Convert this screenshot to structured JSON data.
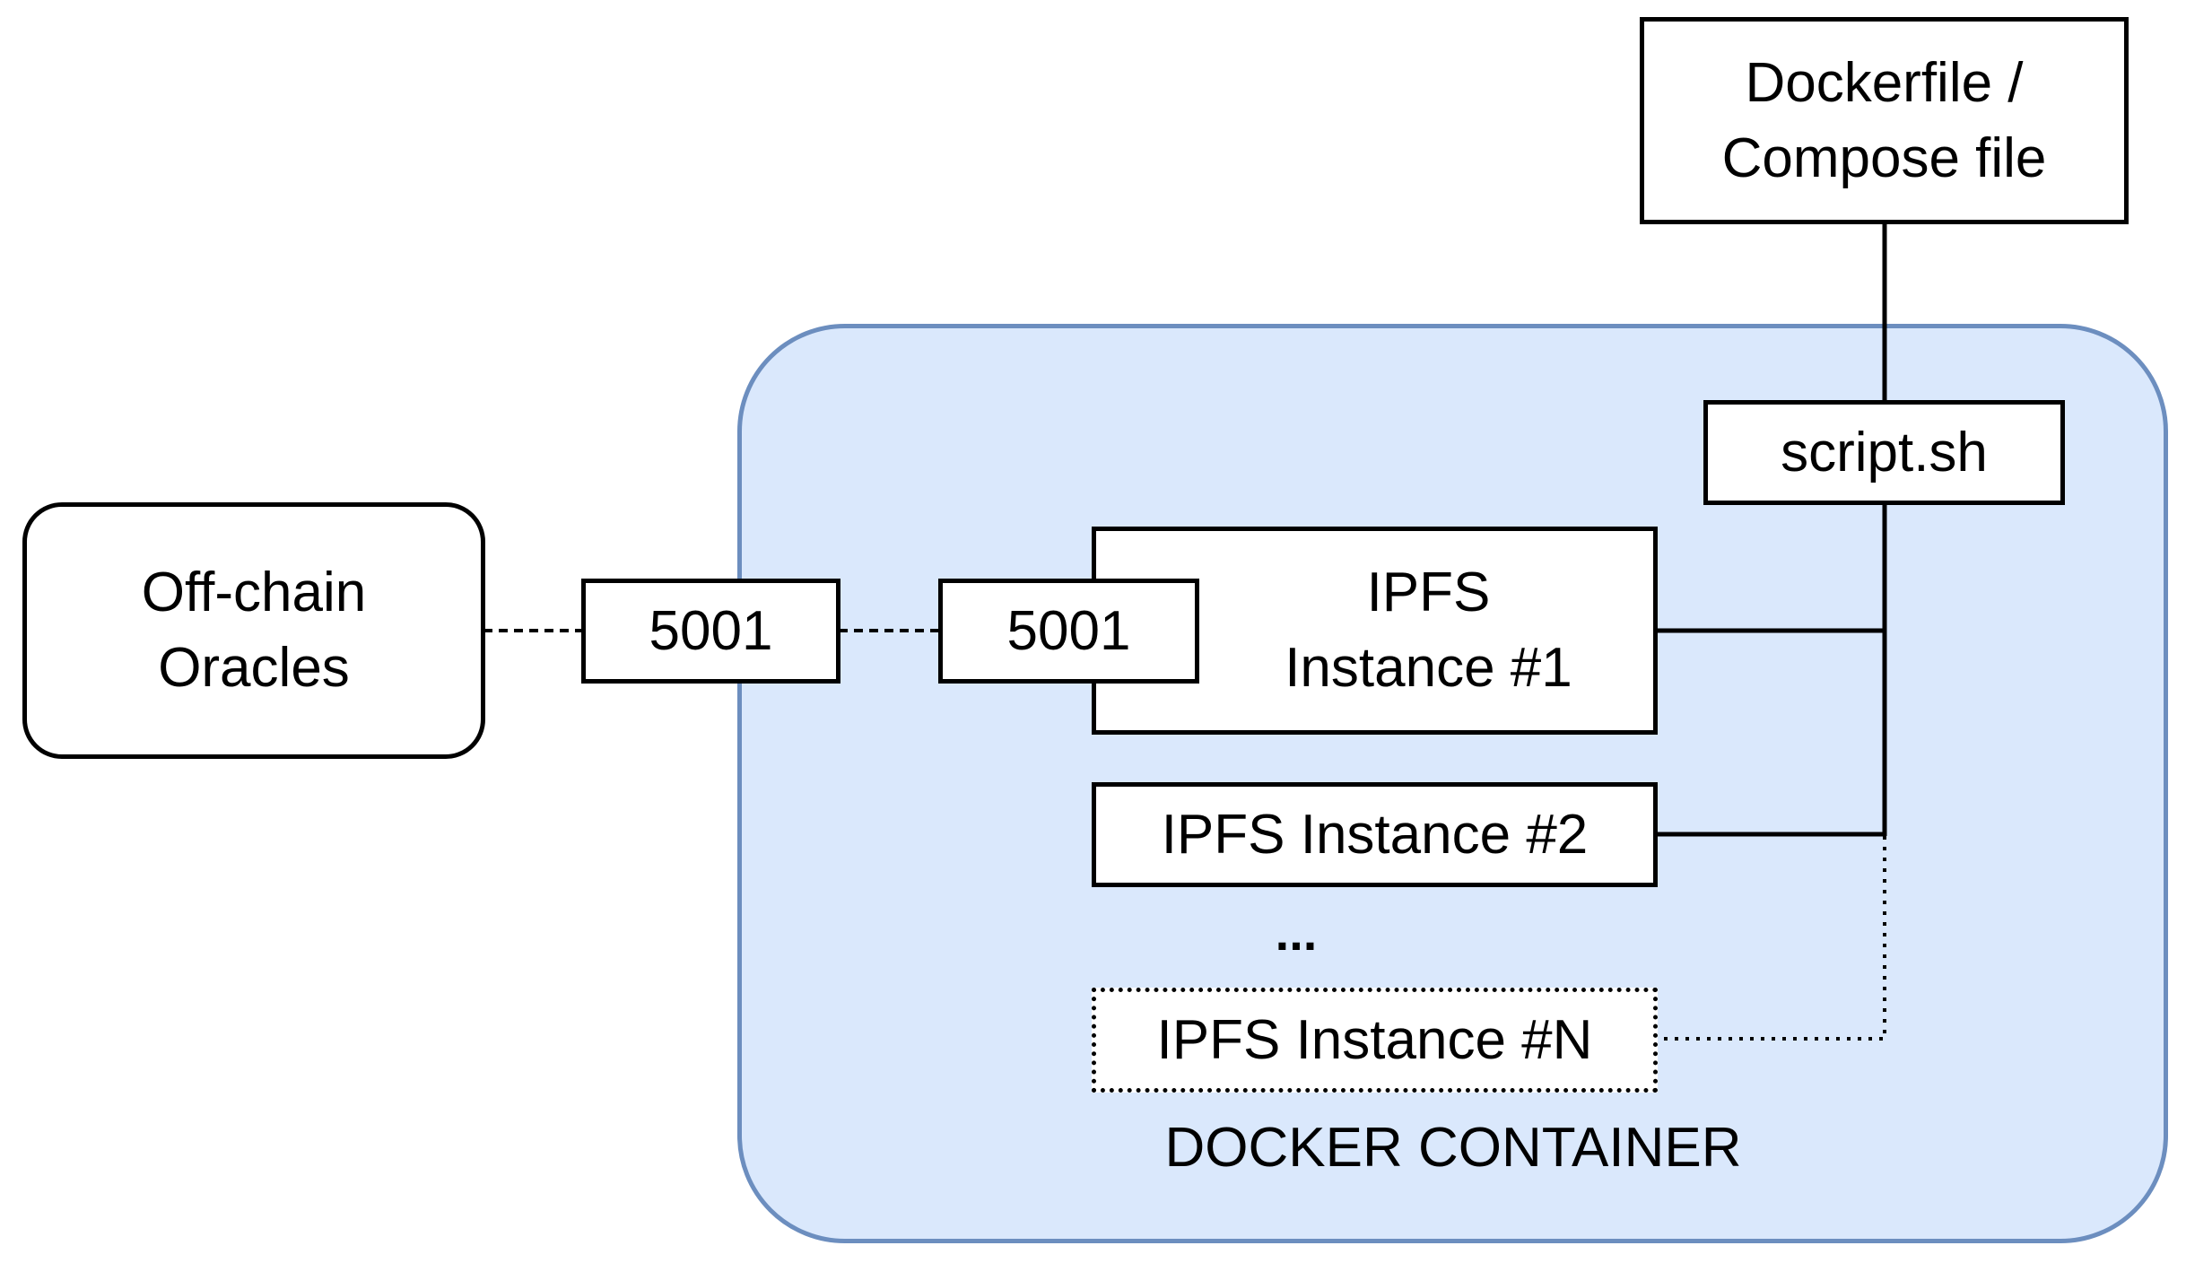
{
  "diagram": {
    "dockerfile_box": {
      "line1": "Dockerfile /",
      "line2": "Compose file"
    },
    "script_box": {
      "label": "script.sh"
    },
    "oracles_box": {
      "line1": "Off-chain",
      "line2": "Oracles"
    },
    "host_port": {
      "label": "5001"
    },
    "container_port": {
      "label": "5001"
    },
    "ipfs_instance_1": {
      "line1": "IPFS",
      "line2": "Instance #1"
    },
    "ipfs_instance_2": {
      "label": "IPFS Instance #2"
    },
    "ellipsis": "...",
    "ipfs_instance_n": {
      "label": "IPFS Instance #N"
    },
    "container_label": "DOCKER CONTAINER"
  },
  "colors": {
    "container_fill": "#dae8fc",
    "container_border": "#6c8ebf",
    "box_border": "#000000"
  }
}
